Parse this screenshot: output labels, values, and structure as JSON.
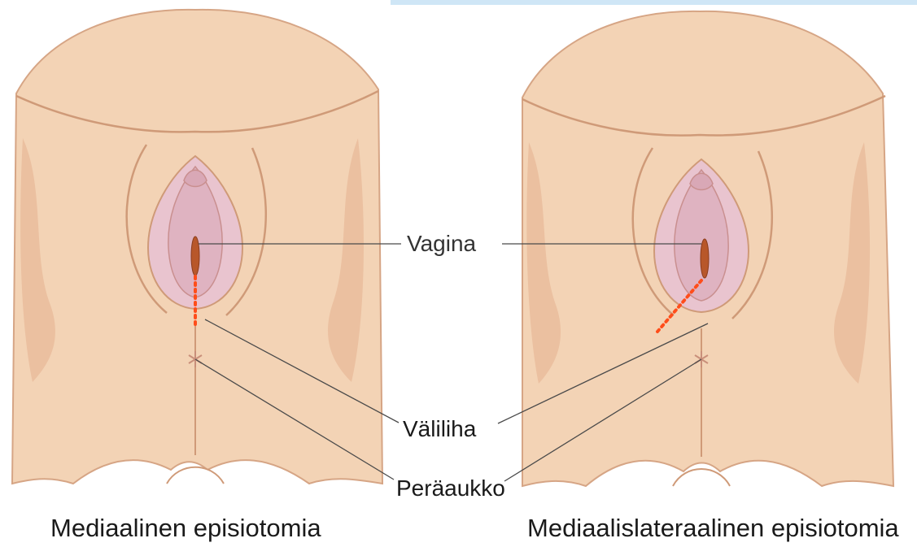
{
  "labels": {
    "vagina": "Vagina",
    "valiliha": "Väliliha",
    "peraaukko": "Peräaukko"
  },
  "captions": {
    "left": "Mediaalinen episiotomia",
    "right": "Mediaalislateraalinen episiotomia"
  },
  "colors": {
    "skin": "#f3d3b5",
    "skin_shadow": "#e8b99a",
    "contour": "#cf9a78",
    "vulva": "#e9c4cf",
    "vulva_inner": "#d9a8b6",
    "incision": "#ff4d1a",
    "leader_line": "#4a4a4a",
    "top_band": "#cfe6f6"
  }
}
